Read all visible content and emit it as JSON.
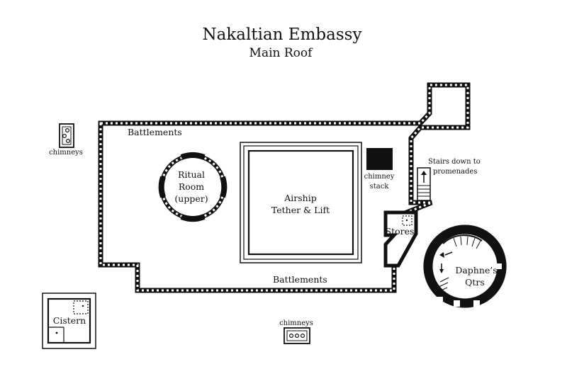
{
  "map": {
    "title": "Nakaltian Embassy",
    "subtitle": "Main Roof"
  },
  "labels": {
    "battlements_north": "Battlements",
    "battlements_south": "Battlements",
    "ritual_room": [
      "Ritual",
      "Room",
      "(upper)"
    ],
    "airship": [
      "Airship",
      "Tether & Lift"
    ],
    "chimney_stack": [
      "chimney",
      "stack"
    ],
    "stairs": [
      "Stairs down to",
      "promenades"
    ],
    "stores": "Stores",
    "daphnes_quarters": [
      "Daphne’s",
      "Qtrs"
    ],
    "chimneys_west": "chimneys",
    "chimneys_south": "chimneys",
    "cistern": "Cistern"
  },
  "colors": {
    "ink": "#111111",
    "paper": "#ffffff"
  }
}
